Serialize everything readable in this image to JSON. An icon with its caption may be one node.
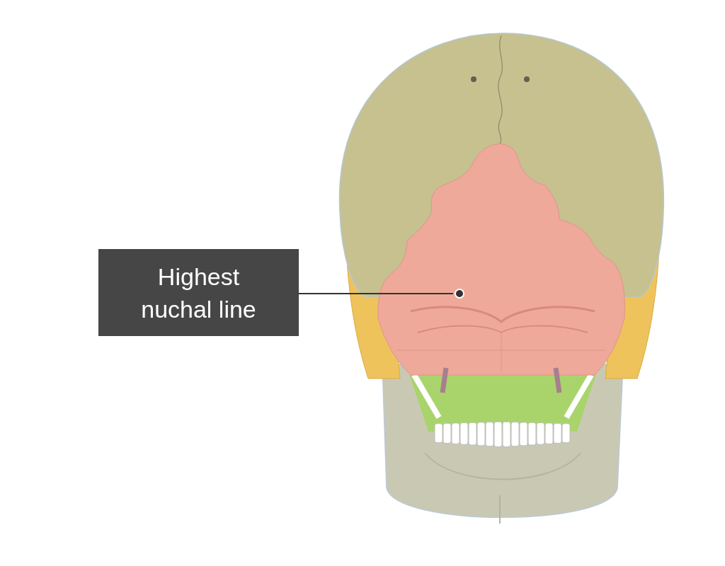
{
  "diagram": {
    "nodes": [
      {
        "text": [
          "Highest nuchal line"
        ]
      },
      {
        "text": [],
        "shape": "circle"
      }
    ],
    "edges": [
      {
        "from": 0,
        "to": 1,
        "arrow": "none"
      }
    ]
  }
}
